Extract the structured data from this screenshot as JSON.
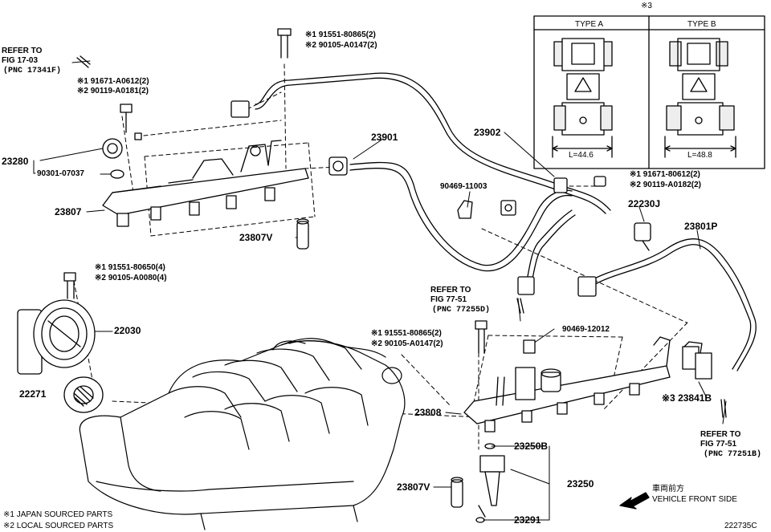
{
  "labels": {
    "refer_to_1": "REFER TO",
    "fig_17_03": "FIG 17-03",
    "pnc_17341f": "(PNC 17341F)",
    "p_91671_a0612": "※1 91671-A0612(2)",
    "p_90119_a0181": "※2 90119-A0181(2)",
    "p_23280": "23280",
    "p_90301_07037": "90301-07037",
    "p_23807": "23807",
    "p_91551_80865_top": "※1 91551-80865(2)",
    "p_90105_a0147_top": "※2 90105-A0147(2)",
    "p_23901": "23901",
    "p_23902": "23902",
    "p_90469_11003": "90469-11003",
    "p_23807v_top": "23807V",
    "p_91671_80612": "※1 91671-80612(2)",
    "p_90119_a0182": "※2 90119-A0182(2)",
    "p_22230j": "22230J",
    "p_23801p": "23801P",
    "p_91551_80650": "※1 91551-80650(4)",
    "p_90105_a0080": "※2 90105-A0080(4)",
    "p_22030": "22030",
    "p_22271": "22271",
    "refer_to_2": "REFER TO",
    "fig_77_51_a": "FIG 77-51",
    "pnc_77255d": "(PNC 77255D)",
    "p_91551_80865_mid": "※1 91551-80865(2)",
    "p_90105_a0147_mid": "※2 90105-A0147(2)",
    "p_90469_12012": "90469-12012",
    "p_23808": "23808",
    "p_23841b": "※3 23841B",
    "refer_to_3": "REFER TO",
    "fig_77_51_b": "FIG 77-51",
    "pnc_77251b": "(PNC 77251B)",
    "p_23250b": "23250B",
    "p_23250": "23250",
    "p_23807v_bot": "23807V",
    "p_23291": "23291",
    "vehicle_front_jp": "車両前方",
    "vehicle_front_en": "VEHICLE FRONT SIDE",
    "legend_1": "※1 JAPAN SOURCED PARTS",
    "legend_2": "※2 LOCAL SOURCED PARTS",
    "drawing_no": "222735C",
    "note3": "※3",
    "type_a": "TYPE A",
    "type_b": "TYPE B",
    "len_a": "L=44.6",
    "len_b": "L=48.8"
  }
}
